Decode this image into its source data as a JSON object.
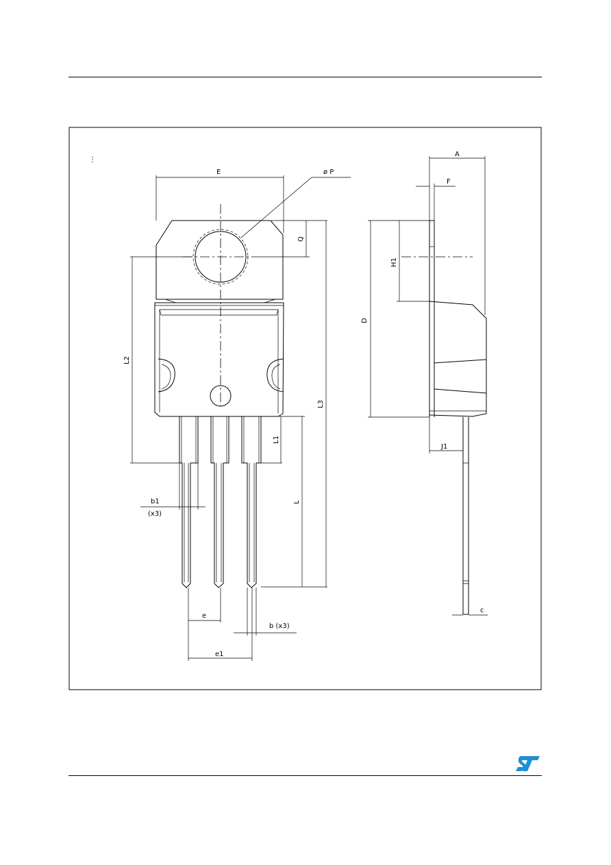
{
  "diagram": {
    "labels": {
      "E": "E",
      "phiP": "ø P",
      "Q": "Q",
      "L2": "L2",
      "L3": "L3",
      "L1": "L1",
      "L": "L",
      "b1": "b1",
      "b1_count": "(x3)",
      "e": "e",
      "e1": "e1",
      "b": "b (x3)",
      "A": "A",
      "F": "F",
      "H1": "H1",
      "D": "D",
      "J1": "J1",
      "c": "c"
    }
  },
  "logo": {
    "name": "st-logo-icon",
    "color": "#1f8fd6"
  }
}
